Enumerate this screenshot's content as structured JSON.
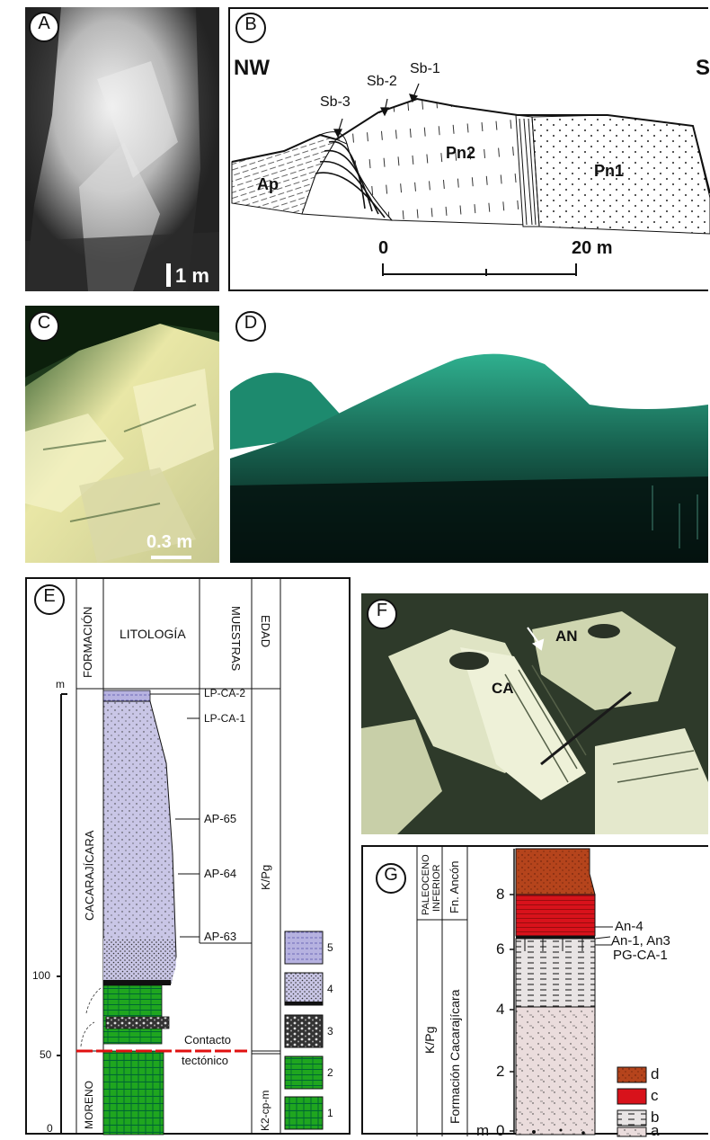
{
  "panels": {
    "a": {
      "letter": "A",
      "scale": "1 m"
    },
    "b": {
      "letter": "B",
      "nw": "NW",
      "se": "S",
      "units": [
        "Ap",
        "Pn2",
        "Pn1"
      ],
      "samples": [
        "Sb-3",
        "Sb-2",
        "Sb-1"
      ],
      "scale_start": "0",
      "scale_end": "20 m"
    },
    "c": {
      "letter": "C",
      "scale": "0.3 m"
    },
    "d": {
      "letter": "D"
    },
    "e": {
      "letter": "E",
      "headers": {
        "formacion": "FORMACIÓN",
        "litologia": "LITOLOGÍA",
        "muestras": "MUESTRAS",
        "edad": "EDAD"
      },
      "formations": [
        "CACARAJÍCARA",
        "MORENO"
      ],
      "ages": [
        "K/Pg",
        "K2-cp-m"
      ],
      "samples": [
        "LP-CA-2",
        "LP-CA-1",
        "AP-65",
        "AP-64",
        "AP-63"
      ],
      "scale_unit": "m",
      "scale_ticks": [
        "100",
        "50",
        "0"
      ],
      "contact": [
        "Contacto",
        "tectónico"
      ],
      "legend": [
        "5",
        "4",
        "3",
        "2",
        "1"
      ]
    },
    "f": {
      "letter": "F",
      "labels": [
        "CA",
        "AN"
      ]
    },
    "g": {
      "letter": "G",
      "age_upper": [
        "PALEOCENO",
        "INFERIOR"
      ],
      "fm_upper": "Fn. Ancón",
      "age_lower": "K/Pg",
      "fm_lower": "Formación Cacarajícara",
      "scale_unit": "m",
      "scale_ticks": [
        "8",
        "6",
        "4",
        "2",
        "0"
      ],
      "samples": [
        "An-4",
        "An-1, An3",
        "PG-CA-1"
      ],
      "legend": [
        "d",
        "c",
        "b",
        "a"
      ]
    }
  },
  "colors": {
    "teal": "#1b8f7a",
    "lavender": "#c9c6e6",
    "green": "#1fa61f",
    "brick": "#b5441c",
    "red": "#d8121b",
    "pink": "#eadcdc"
  }
}
